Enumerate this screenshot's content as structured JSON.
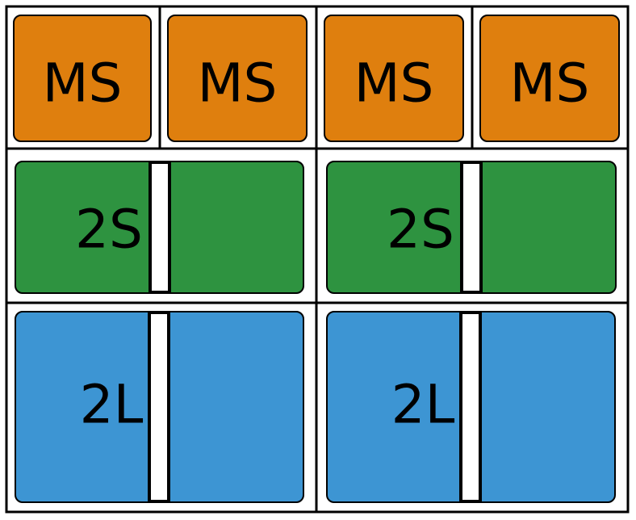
{
  "colors": {
    "ms": "#DF7F0E",
    "two_s": "#2E9340",
    "two_l": "#3D95D3",
    "outline": "#000000",
    "background": "#FFFFFF"
  },
  "rows": {
    "ms": {
      "label": "MS",
      "count": 4
    },
    "two_s": {
      "label": "2S",
      "count": 2
    },
    "two_l": {
      "label": "2L",
      "count": 2
    }
  }
}
